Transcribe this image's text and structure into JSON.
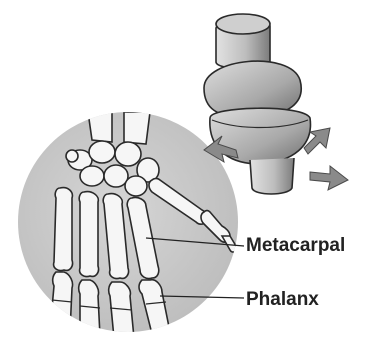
{
  "labels": {
    "metacarpal": "Metacarpal",
    "phalanx": "Phalanx"
  },
  "colors": {
    "background": "#ffffff",
    "inset_fill": "#c9c9c9",
    "bone_fill": "#f6f6f6",
    "outline": "#2a2a2a",
    "joint_model_light": "#d4d4d4",
    "joint_model_dark": "#8a8a8a",
    "text": "#222222"
  },
  "icons": {
    "joint_model": "condyloid-joint-model",
    "motion_arrows": "motion-arrow"
  }
}
